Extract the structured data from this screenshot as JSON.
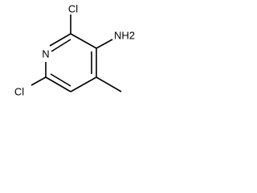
{
  "molecule": {
    "atoms": {
      "cl_top": "Cl",
      "nh2": "NH2",
      "n_ring": "N",
      "cl_bottom": "Cl"
    }
  }
}
